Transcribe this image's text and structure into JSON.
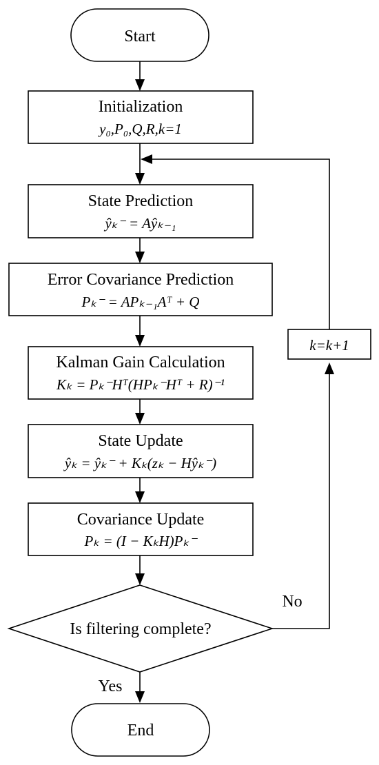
{
  "start": {
    "label": "Start"
  },
  "init": {
    "title": "Initialization",
    "formula": "y₀,P₀,Q,R,k=1"
  },
  "state_prediction": {
    "title": "State Prediction",
    "formula": "ŷₖ⁻ = Aŷₖ₋₁"
  },
  "error_cov_prediction": {
    "title": "Error Covariance Prediction",
    "formula": "Pₖ⁻ = APₖ₋₁Aᵀ + Q"
  },
  "kalman_gain": {
    "title": "Kalman Gain Calculation",
    "formula": "Kₖ = Pₖ⁻Hᵀ(HPₖ⁻Hᵀ + R)⁻¹"
  },
  "state_update": {
    "title": "State Update",
    "formula": "ŷₖ = ŷₖ⁻ + Kₖ(zₖ − Hŷₖ⁻)"
  },
  "covariance_update": {
    "title": "Covariance Update",
    "formula": "Pₖ = (I − KₖH)Pₖ⁻"
  },
  "decision": {
    "label": "Is filtering complete?",
    "no_label": "No",
    "yes_label": "Yes"
  },
  "increment": {
    "label": "k=k+1"
  },
  "end": {
    "label": "End"
  }
}
